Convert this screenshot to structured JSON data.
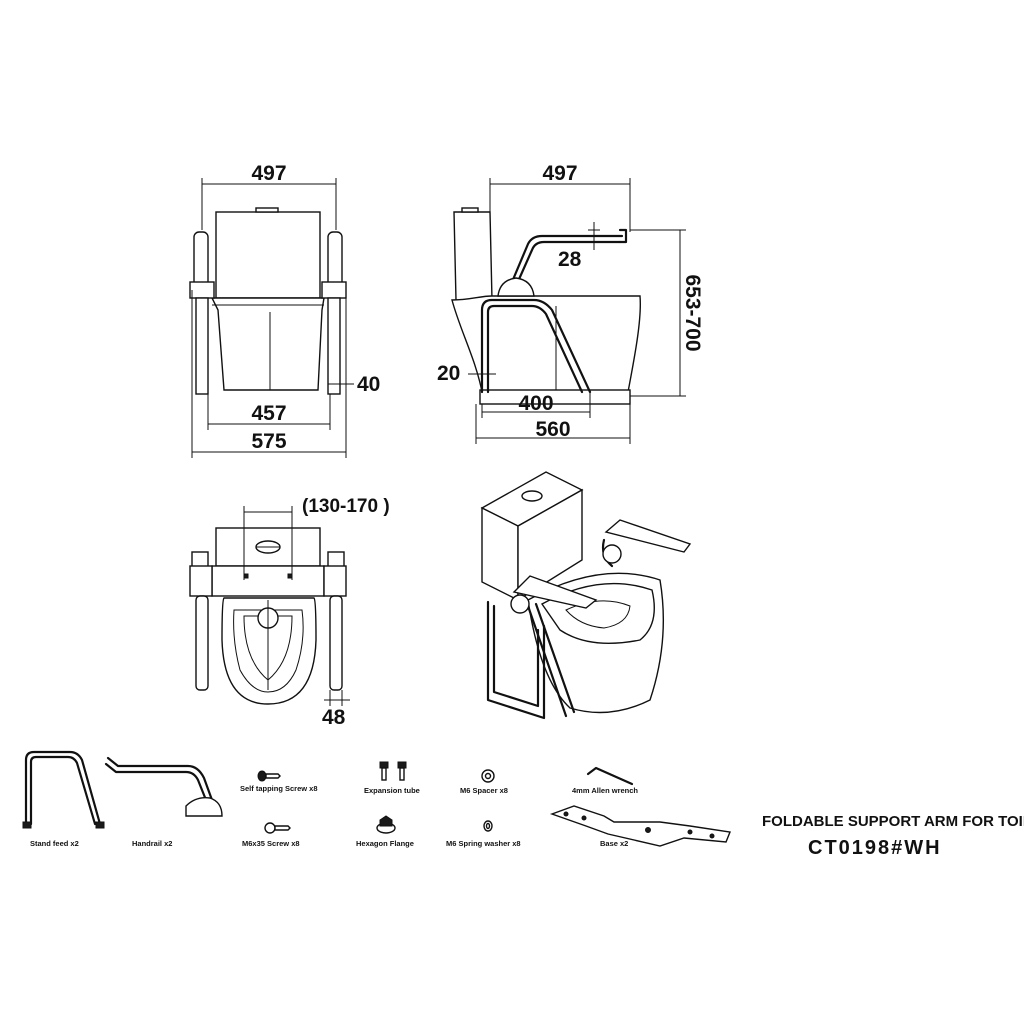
{
  "front_view": {
    "top_width": "497",
    "inner_width": "457",
    "outer_width": "575",
    "leg_width": "40"
  },
  "side_view": {
    "top_width": "497",
    "arm_offset": "28",
    "height_range": "653-700",
    "base_offset": "20",
    "stand_depth": "400",
    "total_depth": "560"
  },
  "top_view": {
    "adjust_range": "(130-170 )",
    "arm_width": "48"
  },
  "parts": [
    {
      "label": "Stand feed x2"
    },
    {
      "label": "Handrail x2"
    },
    {
      "label": "Self tapping Screw x8"
    },
    {
      "label": "M6x35 Screw x8"
    },
    {
      "label": "Expansion tube"
    },
    {
      "label": "Hexagon Flange"
    },
    {
      "label": "M6 Spacer x8"
    },
    {
      "label": "M6 Spring washer x8"
    },
    {
      "label": "4mm Allen wrench"
    },
    {
      "label": "Base x2"
    }
  ],
  "product": {
    "name": "FOLDABLE SUPPORT ARM FOR TOILE",
    "code": "CT0198#WH"
  }
}
